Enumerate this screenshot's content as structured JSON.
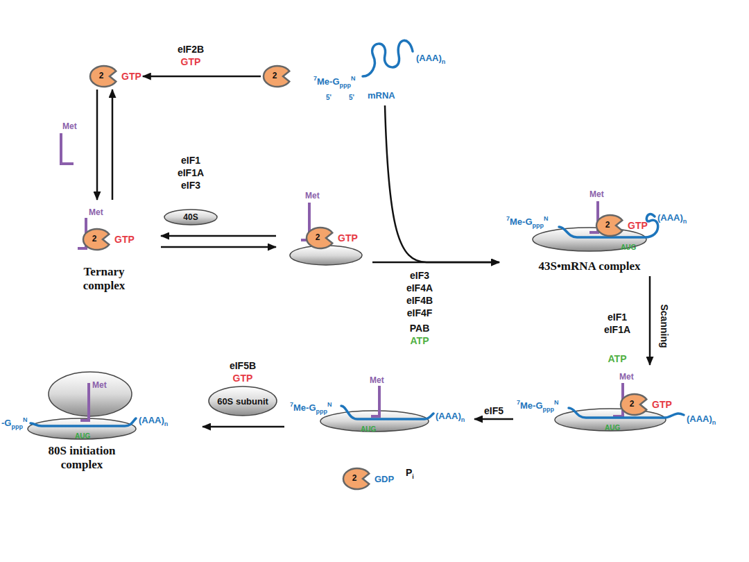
{
  "diagram": {
    "nodes": [
      {
        "text": [
          "2",
          "GTP"
        ]
      },
      {
        "text": [
          "2"
        ]
      },
      {
        "text": [
          "7",
          "Me-G",
          "ppp",
          "N",
          "5'",
          "5'",
          "mRNA",
          "(AAA)",
          "n"
        ]
      },
      {
        "text": [
          "Met",
          "Ternary complex"
        ]
      },
      {
        "text": [
          "2",
          "GTP"
        ],
        "in": 3
      },
      {
        "text": [
          "40S"
        ]
      },
      {
        "text": [
          "Met"
        ]
      },
      {
        "text": [
          "2",
          "GTP"
        ],
        "in": 6
      },
      {
        "text": [
          "Met",
          "7",
          "Me-G",
          "ppp",
          "N",
          "(AAA)",
          "n",
          "AUG",
          "43S•mRNA complex"
        ]
      },
      {
        "text": [
          "2",
          "GTP"
        ],
        "in": 8
      },
      {
        "text": [
          "Met",
          "-G",
          "ppp",
          "N",
          "AUG",
          "(AAA)",
          "n",
          "80S initiation complex"
        ]
      },
      {
        "text": [
          "60S subunit"
        ]
      },
      {
        "text": [
          "Met",
          "7",
          "Me-G",
          "ppp",
          "N",
          "AUG",
          "(AAA)",
          "n"
        ]
      },
      {
        "text": [
          "2",
          "GDP"
        ]
      },
      {
        "text": [
          "Met",
          "7",
          "Me-G",
          "ppp",
          "N",
          "AUG",
          "(AAA)",
          "n"
        ]
      },
      {
        "text": [
          "2",
          "GTP"
        ],
        "in": 14
      }
    ],
    "edges": [
      {
        "from": 1,
        "to": 0,
        "arrow": "to"
      },
      {
        "from": 0,
        "to": 3,
        "arrow": "to"
      },
      {
        "from": 3,
        "to": 0,
        "arrow": "to"
      },
      {
        "from": 3,
        "to": 6,
        "arrow": "to"
      },
      {
        "from": 6,
        "to": 3,
        "arrow": "to"
      },
      {
        "from": 6,
        "to": 8,
        "arrow": "to"
      },
      {
        "from": 2,
        "to": 8,
        "arrow": "to"
      },
      {
        "from": 8,
        "to": 14,
        "arrow": "to"
      },
      {
        "from": 14,
        "to": 12,
        "arrow": "to"
      },
      {
        "from": 12,
        "to": 10,
        "arrow": "to"
      }
    ],
    "labels": [
      "eIF2B",
      "GTP",
      "Met",
      "eIF1",
      "eIF1A",
      "eIF3",
      "eIF3",
      "eIF4A",
      "eIF4B",
      "eIF4F",
      "PAB",
      "ATP",
      "eIF1",
      "eIF1A",
      "ATP",
      "Scanning",
      "eIF5",
      "P",
      "i",
      "eIF5B",
      "GTP"
    ]
  }
}
